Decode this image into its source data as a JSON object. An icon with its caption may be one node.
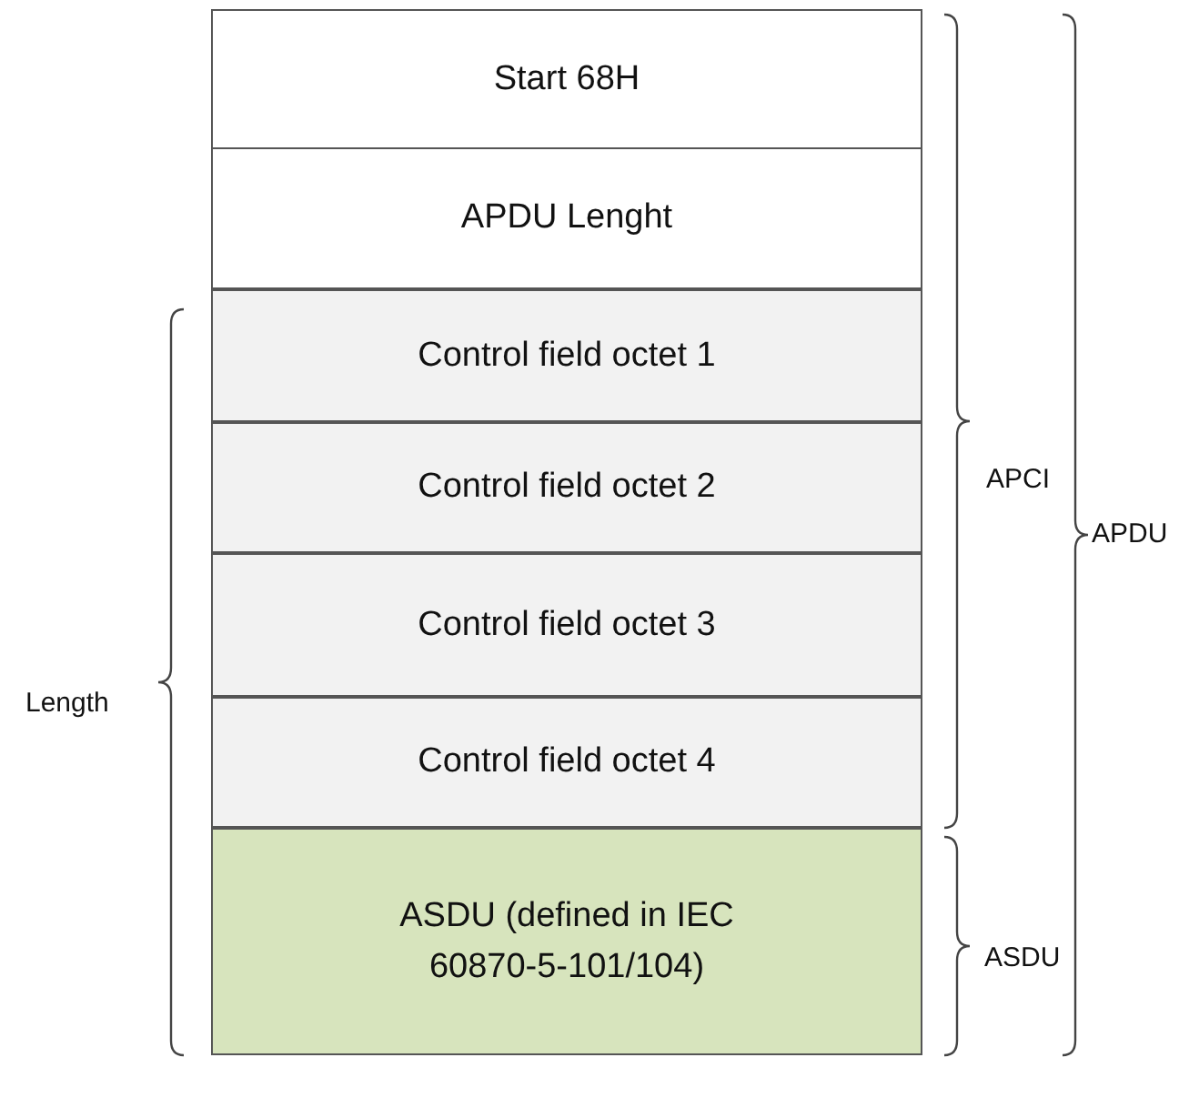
{
  "diagram": {
    "nodes": [
      {
        "text": [
          "Start 68H"
        ]
      },
      {
        "text": [
          "APDU Lenght"
        ]
      },
      {
        "text": [
          "Control field octet 1"
        ]
      },
      {
        "text": [
          "Control field octet 2"
        ]
      },
      {
        "text": [
          "Control field octet 3"
        ]
      },
      {
        "text": [
          "Control field octet 4"
        ]
      },
      {
        "text": [
          "ASDU (defined in IEC 60870-5-101/104)"
        ]
      }
    ],
    "labels": [
      "APCI",
      "APDU",
      "Length",
      "ASDU"
    ]
  }
}
